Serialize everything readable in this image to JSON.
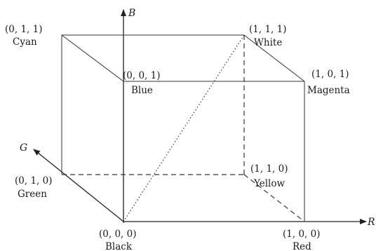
{
  "axes": {
    "b": "B",
    "g": "G",
    "r": "R"
  },
  "vertices": {
    "cyan": {
      "coord": "(0, 1, 1)",
      "name": "Cyan"
    },
    "white": {
      "coord": "(1, 1, 1)",
      "name": "White"
    },
    "blue": {
      "coord": "(0, 0, 1)",
      "name": "Blue"
    },
    "magenta": {
      "coord": "(1, 0, 1)",
      "name": "Magenta"
    },
    "green": {
      "coord": "(0, 1, 0)",
      "name": "Green"
    },
    "yellow": {
      "coord": "(1, 1, 0)",
      "name": "Yellow"
    },
    "black": {
      "coord": "(0, 0, 0)",
      "name": "Black"
    },
    "red": {
      "coord": "(1, 0, 0)",
      "name": "Red"
    }
  }
}
